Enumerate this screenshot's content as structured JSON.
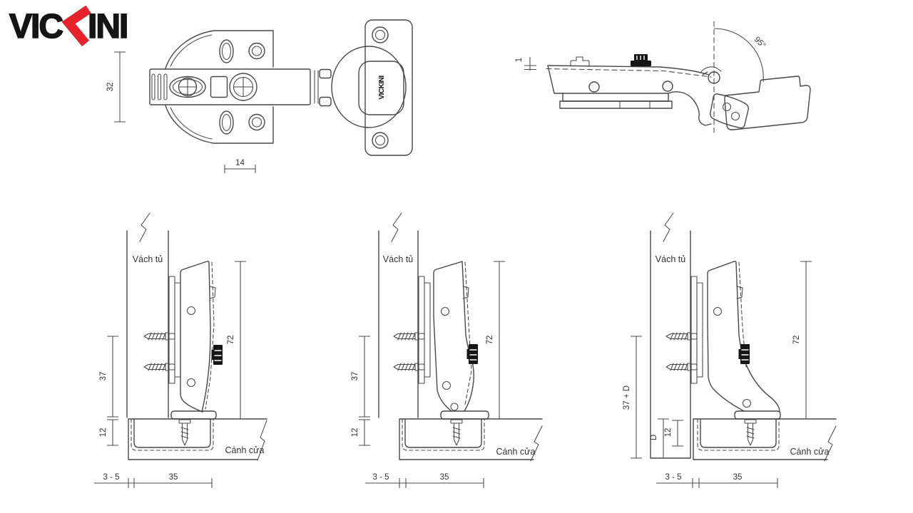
{
  "logo": {
    "text_before_k": "VIC",
    "k_letter": "K",
    "text_after_k": "INI",
    "brand_black": "#151515",
    "brand_red": "#e6232a"
  },
  "drawing": {
    "line_color": "#474747",
    "text_color": "#333333"
  },
  "top_view": {
    "plate_hole_pitch": "32",
    "arm_offset": "14",
    "cup_stamp": "VICKINI"
  },
  "side_view": {
    "door_edge_gap": "1",
    "opening_angle": "95°"
  },
  "install_diagrams": {
    "full_overlay": {
      "wall_label": "Vách tủ",
      "door_label": "Cánh cửa",
      "screw_distance": "37",
      "cup_depth": "12",
      "hinge_length": "72",
      "mounting_gap": "3 - 5",
      "cup_center_distance": "35"
    },
    "half_overlay": {
      "wall_label": "Vách tủ",
      "door_label": "Cánh cửa",
      "screw_distance": "37",
      "cup_depth": "12",
      "hinge_length": "72",
      "mounting_gap": "3 - 5",
      "cup_center_distance": "35"
    },
    "inset": {
      "wall_label": "Vách tủ",
      "door_label": "Cánh cửa",
      "screw_distance": "37 + D",
      "inset_depth": "D",
      "cup_depth": "12",
      "hinge_length": "72",
      "mounting_gap": "3 - 5",
      "cup_center_distance": "35"
    }
  }
}
